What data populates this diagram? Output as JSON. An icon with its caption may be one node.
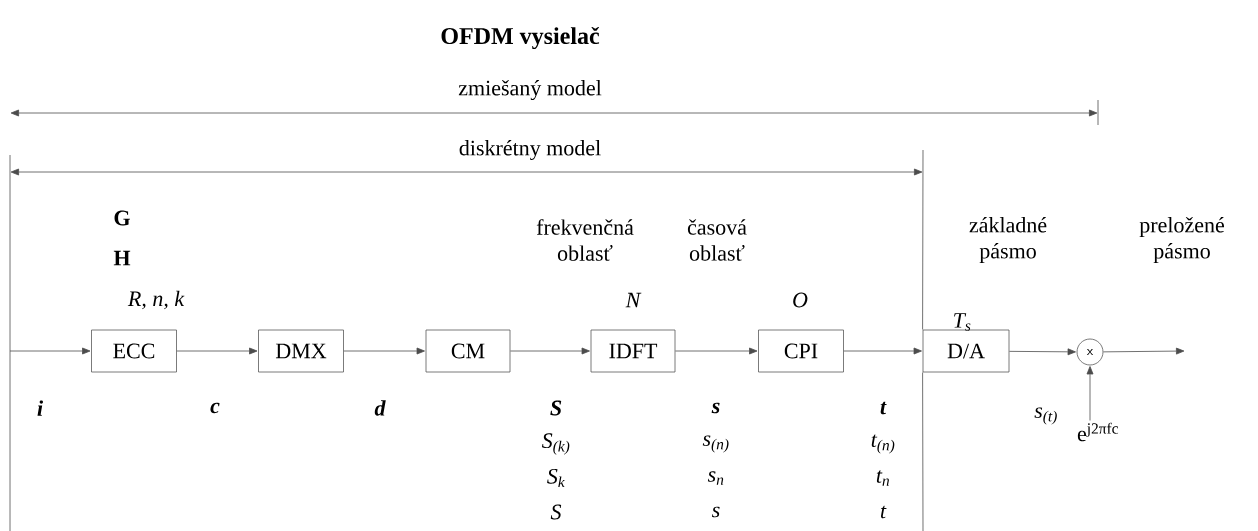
{
  "diagram": {
    "title": "OFDM vysielač",
    "nodes": [
      {
        "text": [
          "ECC"
        ]
      },
      {
        "text": [
          "DMX"
        ]
      },
      {
        "text": [
          "CM"
        ]
      },
      {
        "text": [
          "IDFT"
        ]
      },
      {
        "text": [
          "CPI"
        ]
      },
      {
        "text": [
          "D/A"
        ]
      },
      {
        "text": [
          "x"
        ]
      },
      {
        "text": [
          "e$^{j2πfc}$"
        ]
      }
    ],
    "edges": [
      {
        "from": null,
        "to": 0,
        "arrow": "to"
      },
      {
        "from": 0,
        "to": 1,
        "arrow": "to"
      },
      {
        "from": 1,
        "to": 2,
        "arrow": "to"
      },
      {
        "from": 2,
        "to": 3,
        "arrow": "to"
      },
      {
        "from": 3,
        "to": 4,
        "arrow": "to"
      },
      {
        "from": 4,
        "to": 5,
        "arrow": "to"
      },
      {
        "from": 5,
        "to": 6,
        "arrow": "to"
      },
      {
        "from": 6,
        "to": null,
        "arrow": "to"
      },
      {
        "from": 7,
        "to": 6,
        "arrow": "to"
      }
    ],
    "labels": [
      "zmiešaný model",
      "diskrétny model",
      "G",
      "H",
      "R, n, k",
      "frekvenčná oblasť",
      "časová oblasť",
      "základné pásmo",
      "preložené pásmo",
      "N",
      "O",
      "T$_{s}$",
      "i",
      "c",
      "d",
      "S",
      "S$_{(k)}$",
      "S$_{k}$",
      "S",
      "s",
      "s$_{(n)}$",
      "s$_{n}$",
      "s",
      "t",
      "t$_{(n)}$",
      "t$_{n}$",
      "t",
      "s$_{(t)}$"
    ]
  }
}
